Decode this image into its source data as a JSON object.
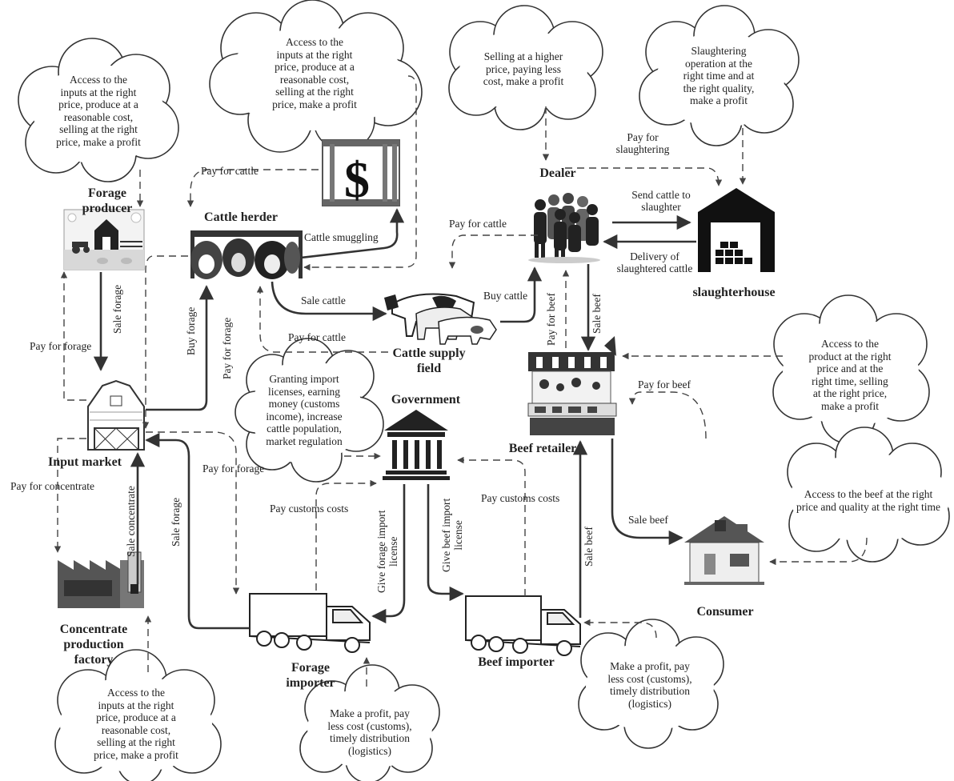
{
  "actors": {
    "forage_producer": "Forage\nproducer",
    "cattle_herder": "Cattle herder",
    "dealer": "Dealer",
    "slaughterhouse": "slaughterhouse",
    "cattle_supply_field": "Cattle supply\nfield",
    "government": "Government",
    "beef_retailer": "Beef retailer",
    "input_market": "Input market",
    "concentrate_factory": "Concentrate\nproduction\nfactory",
    "forage_importer": "Forage\nimporter",
    "beef_importer": "Beef importer",
    "consumer": "Consumer"
  },
  "goals": {
    "forage_producer": "Access to the\ninputs at the right\nprice, produce at a\nreasonable cost,\nselling at the right\nprice, make a profit",
    "cattle_herder": "Access to the\ninputs at the right\nprice, produce at a\nreasonable cost,\nselling at the right\nprice, make a profit",
    "dealer": "Selling at a higher\nprice, paying less\ncost, make a profit",
    "slaughterhouse": "Slaughtering\noperation at the\nright time and at\nthe right quality,\nmake a profit",
    "government": "Granting import\nlicenses, earning\nmoney (customs\nincome), increase\ncattle population,\nmarket regulation",
    "beef_retailer": "Access to the\nproduct at the right\nprice and at the\nright time, selling\nat the right price,\nmake a profit",
    "consumer": "Access to the beef at the right\nprice and quality at the right time",
    "beef_importer": "Make a profit, pay\nless cost (customs),\ntimely distribution\n(logistics)",
    "forage_importer": "Make a profit, pay\nless cost (customs),\ntimely distribution\n(logistics)",
    "concentrate_factory": "Access to the\ninputs at the right\nprice, produce at a\nreasonable cost,\nselling at the right\nprice, make a profit"
  },
  "flows": {
    "pay_for_cattle_top": "Pay for cattle",
    "cattle_smuggling": "Cattle smuggling",
    "pay_for_cattle_dealer": "Pay for cattle",
    "pay_for_slaughtering": "Pay for\nslaughtering",
    "send_cattle": "Send cattle to\nslaughter",
    "delivery": "Delivery of\nslaughtered cattle",
    "sale_cattle": "Sale cattle",
    "buy_cattle": "Buy cattle",
    "pay_for_cattle_bottom": "Pay for cattle",
    "pay_for_beef_dealer": "Pay for beef",
    "sale_beef_dealer": "Sale beef",
    "pay_for_beef_consumer": "Pay for beef",
    "sale_forage_producer": "Sale forage",
    "pay_for_forage_left": "Pay for forage",
    "buy_forage": "Buy forage",
    "pay_for_forage_herder": "Pay for forage",
    "pay_for_forage_importer": "Pay for forage",
    "pay_for_concentrate": "Pay for concentrate",
    "sale_concentrate": "Sale concentrate",
    "sale_forage_importer": "Sale forage",
    "pay_customs_left": "Pay customs costs",
    "pay_customs_right": "Pay customs costs",
    "give_forage_license": "Give forage import\nlicense",
    "give_beef_license": "Give beef import\nlicense",
    "sale_beef_importer": "Sale beef",
    "sale_beef_retailer": "Sale beef"
  },
  "icons": {
    "dollar_symbol": "$"
  }
}
